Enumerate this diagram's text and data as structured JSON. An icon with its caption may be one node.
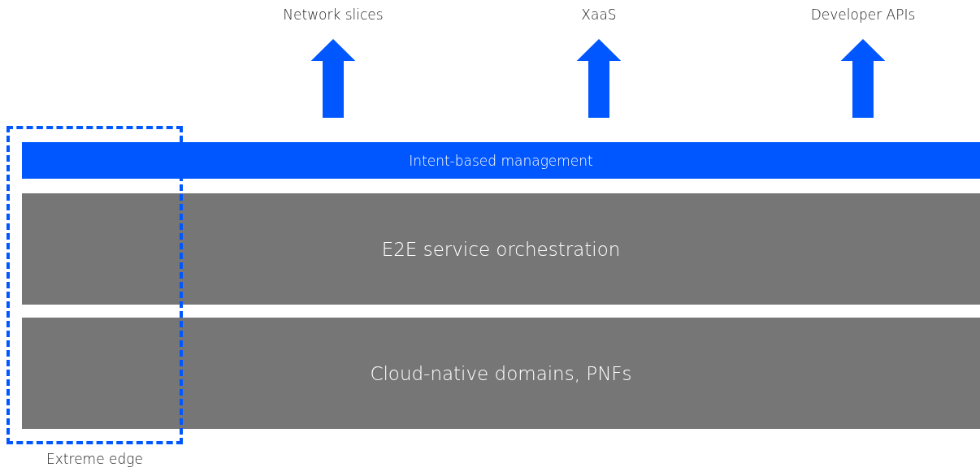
{
  "diagram": {
    "nodes": [
      {
        "text": [
          "Network slices"
        ]
      },
      {
        "text": [
          "XaaS"
        ]
      },
      {
        "text": [
          "Developer APIs"
        ]
      },
      {
        "text": [
          "Intent-based management"
        ]
      },
      {
        "text": [
          "E2E service orchestration"
        ]
      },
      {
        "text": [
          "Cloud-native domains, PNFs"
        ]
      },
      {
        "text": [],
        "shape": "box",
        "beside": [
          "Extreme edge"
        ]
      }
    ],
    "edges": [
      {
        "from": 3,
        "to": 0,
        "arrow": "to",
        "style": "thick",
        "color": "#0057ff"
      },
      {
        "from": 3,
        "to": 1,
        "arrow": "to",
        "style": "thick",
        "color": "#0057ff"
      },
      {
        "from": 3,
        "to": 2,
        "arrow": "to",
        "style": "thick",
        "color": "#0057ff"
      }
    ]
  }
}
